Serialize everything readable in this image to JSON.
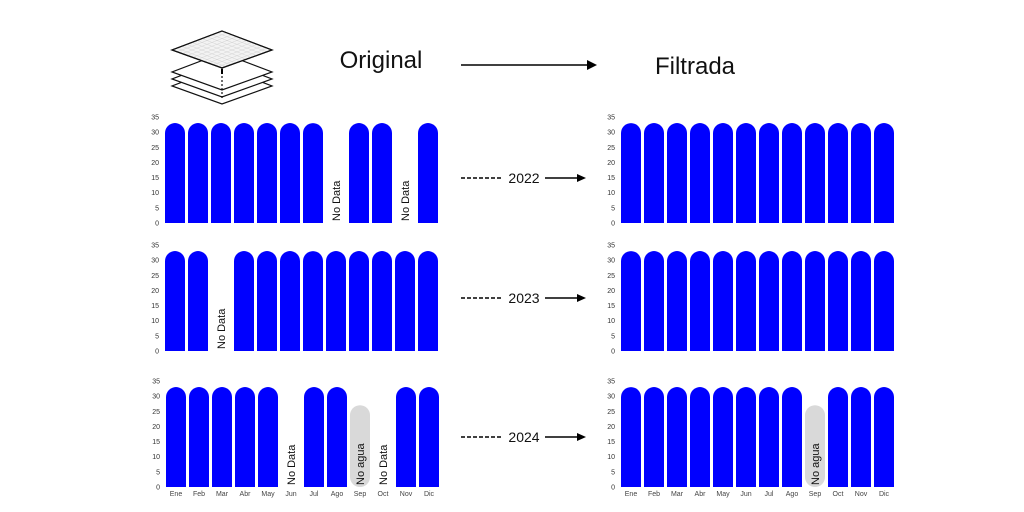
{
  "titles": {
    "original": "Original",
    "filtered": "Filtrada"
  },
  "colors": {
    "bar": "#0000ff",
    "no_water": "#d9d9d9"
  },
  "icons": {
    "layers": "layers-stack-icon"
  },
  "labels": {
    "no_data": "No Data",
    "no_water": "No agua"
  },
  "months": [
    "Ene",
    "Feb",
    "Mar",
    "Abr",
    "May",
    "Jun",
    "Jul",
    "Ago",
    "Sep",
    "Oct",
    "Nov",
    "Dic"
  ],
  "chart_data": [
    {
      "type": "bar",
      "name": "original-2022",
      "year": "2022",
      "ylim": [
        0,
        35
      ],
      "yticks": [
        0,
        5,
        10,
        15,
        20,
        25,
        30,
        35
      ],
      "show_months": false,
      "values": [
        33,
        33,
        33,
        33,
        33,
        33,
        33,
        "No Data",
        33,
        33,
        "No Data",
        33
      ]
    },
    {
      "type": "bar",
      "name": "filtered-2022",
      "year": "2022",
      "ylim": [
        0,
        35
      ],
      "yticks": [
        0,
        5,
        10,
        15,
        20,
        25,
        30,
        35
      ],
      "show_months": false,
      "values": [
        33,
        33,
        33,
        33,
        33,
        33,
        33,
        33,
        33,
        33,
        33,
        33
      ]
    },
    {
      "type": "bar",
      "name": "original-2023",
      "year": "2023",
      "ylim": [
        0,
        35
      ],
      "yticks": [
        0,
        5,
        10,
        15,
        20,
        25,
        30,
        35
      ],
      "show_months": false,
      "values": [
        33,
        33,
        "No Data",
        33,
        33,
        33,
        33,
        33,
        33,
        33,
        33,
        33
      ]
    },
    {
      "type": "bar",
      "name": "filtered-2023",
      "year": "2023",
      "ylim": [
        0,
        35
      ],
      "yticks": [
        0,
        5,
        10,
        15,
        20,
        25,
        30,
        35
      ],
      "show_months": false,
      "values": [
        33,
        33,
        33,
        33,
        33,
        33,
        33,
        33,
        33,
        33,
        33,
        33
      ]
    },
    {
      "type": "bar",
      "name": "original-2024",
      "year": "2024",
      "ylim": [
        0,
        35
      ],
      "yticks": [
        0,
        5,
        10,
        15,
        20,
        25,
        30,
        35
      ],
      "show_months": true,
      "values": [
        33,
        33,
        33,
        33,
        33,
        "No Data",
        33,
        33,
        "No agua",
        "No Data",
        33,
        33
      ]
    },
    {
      "type": "bar",
      "name": "filtered-2024",
      "year": "2024",
      "ylim": [
        0,
        35
      ],
      "yticks": [
        0,
        5,
        10,
        15,
        20,
        25,
        30,
        35
      ],
      "show_months": true,
      "values": [
        33,
        33,
        33,
        33,
        33,
        33,
        33,
        33,
        "No agua",
        33,
        33,
        33
      ]
    }
  ]
}
